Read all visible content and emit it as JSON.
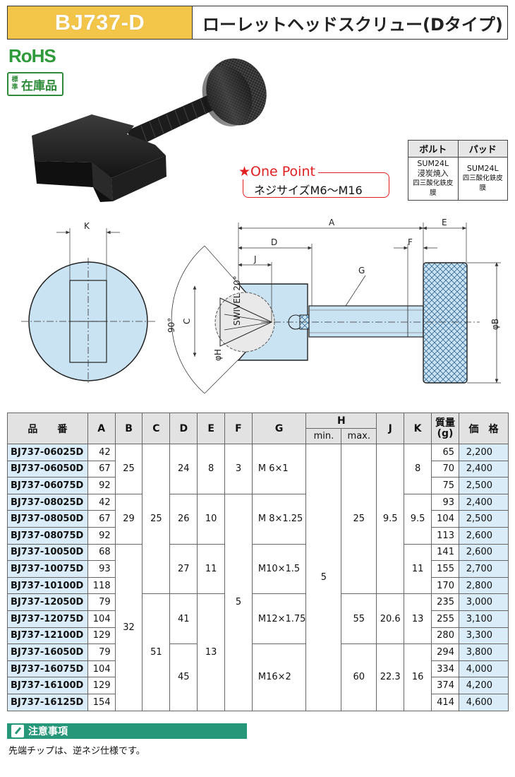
{
  "header": {
    "code": "BJ737-D",
    "title": "ローレットヘッドスクリュー(Dタイプ)"
  },
  "badges": {
    "rohs": "RoHS",
    "stock_small": "標準",
    "stock_big": "在庫品"
  },
  "material": {
    "headers": [
      "ボルト",
      "パッド"
    ],
    "bolt_lines": [
      "SUM24L",
      "浸炭焼入",
      "四三酸化鉄皮膜"
    ],
    "pad_lines": [
      "SUM24L",
      "四三酸化鉄皮膜"
    ]
  },
  "one_point": {
    "title": "★One Point",
    "text": "ネジサイズM6～M16"
  },
  "drawing": {
    "labels": {
      "K": "K",
      "A": "A",
      "E": "E",
      "D": "D",
      "F": "F",
      "J": "J",
      "G": "G",
      "C": "C",
      "B": "φB",
      "H": "φH",
      "angle90": "90°",
      "swivel": "SWIVEL 20°"
    }
  },
  "table": {
    "headers": {
      "code": "品　　番",
      "A": "A",
      "B": "B",
      "C": "C",
      "D": "D",
      "E": "E",
      "F": "F",
      "G": "G",
      "H": "H",
      "Hmin": "min.",
      "Hmax": "max.",
      "J": "J",
      "K": "K",
      "weight": "質量\n(g)",
      "price": "価　格"
    },
    "codes": [
      "BJ737-06025D",
      "BJ737-06050D",
      "BJ737-06075D",
      "BJ737-08025D",
      "BJ737-08050D",
      "BJ737-08075D",
      "BJ737-10050D",
      "BJ737-10075D",
      "BJ737-10100D",
      "BJ737-12050D",
      "BJ737-12075D",
      "BJ737-12100D",
      "BJ737-16050D",
      "BJ737-16075D",
      "BJ737-16100D",
      "BJ737-16125D"
    ],
    "A": [
      "42",
      "67",
      "92",
      "42",
      "67",
      "92",
      "68",
      "93",
      "118",
      "79",
      "104",
      "129",
      "79",
      "104",
      "129",
      "154"
    ],
    "weight": [
      "65",
      "70",
      "75",
      "93",
      "104",
      "113",
      "141",
      "155",
      "170",
      "235",
      "255",
      "280",
      "294",
      "334",
      "374",
      "414"
    ],
    "price": [
      "2,200",
      "2,400",
      "2,500",
      "2,400",
      "2,500",
      "2,600",
      "2,600",
      "2,700",
      "2,800",
      "3,000",
      "3,100",
      "3,300",
      "3,800",
      "4,000",
      "4,200",
      "4,600"
    ],
    "B": [
      "25",
      "29",
      "32"
    ],
    "C": [
      "25",
      "51"
    ],
    "D": [
      "24",
      "26",
      "27",
      "41",
      "45"
    ],
    "E": [
      "8",
      "10",
      "11",
      "13"
    ],
    "F": [
      "3",
      "5"
    ],
    "G": [
      "M 6×1",
      "M 8×1.25",
      "M10×1.5",
      "M12×1.75",
      "M16×2"
    ],
    "Hmin": [
      "5"
    ],
    "Hmax": [
      "25",
      "55",
      "60"
    ],
    "J": [
      "9.5",
      "20.6",
      "22.3"
    ],
    "K": [
      "8",
      "9.5",
      "11",
      "13",
      "16"
    ]
  },
  "notes": {
    "title": "注意事項",
    "text": "先端チップは、逆ネジ仕様です。"
  }
}
